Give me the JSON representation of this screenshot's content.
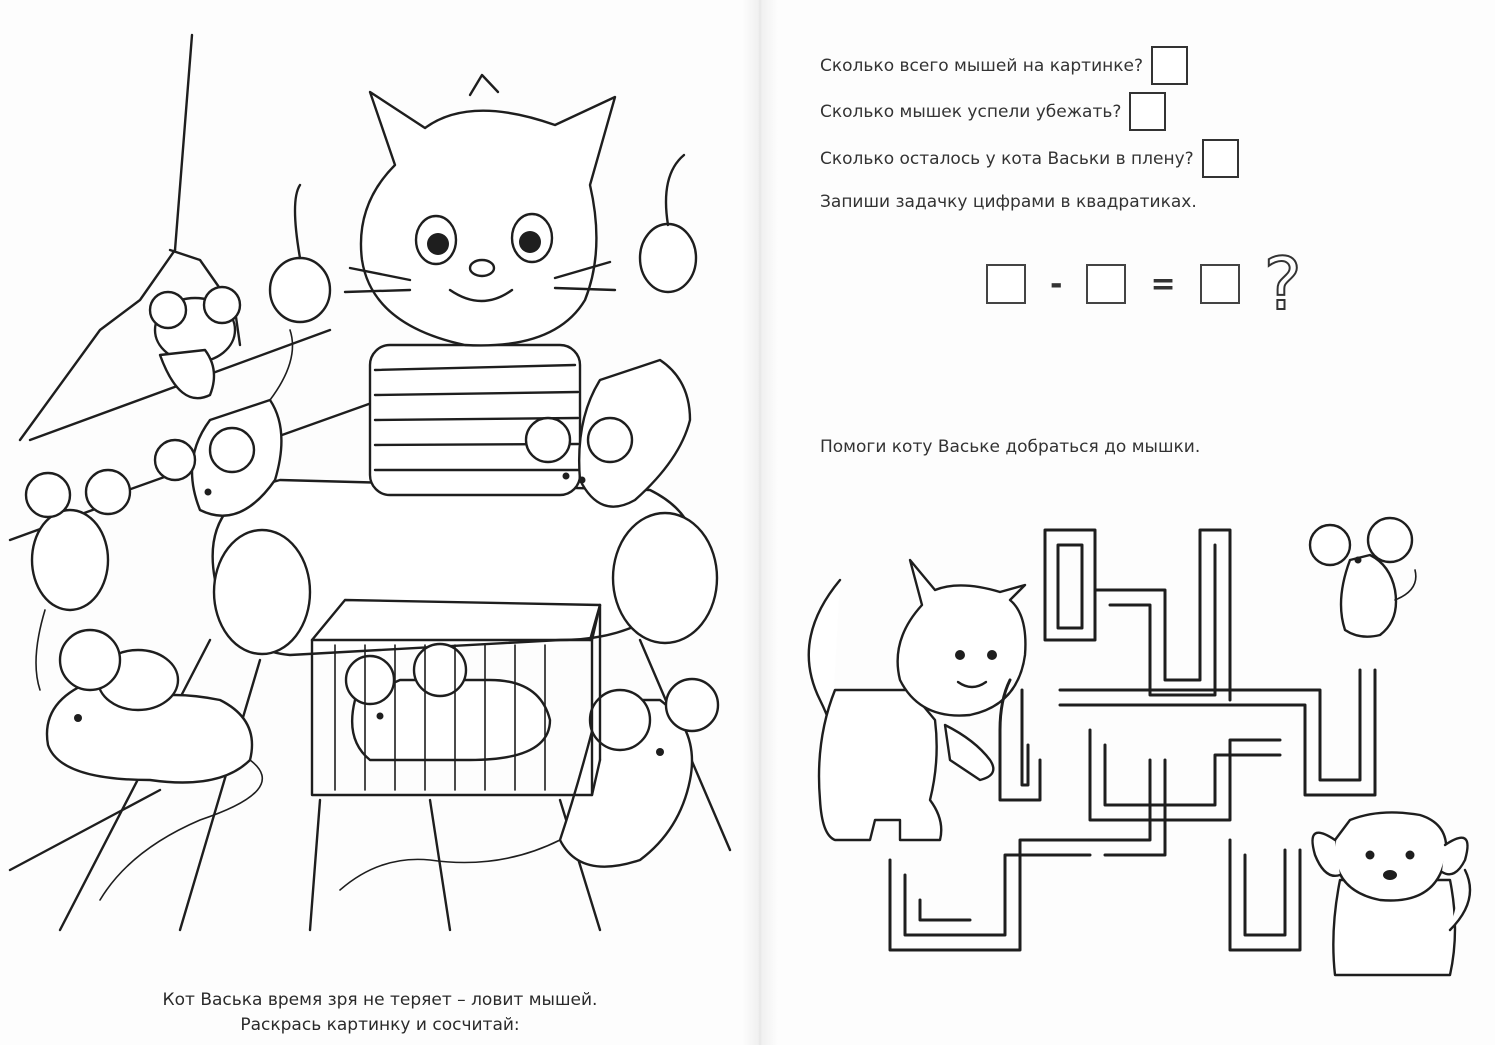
{
  "left_page": {
    "caption_line1": "Кот Васька время зря не теряет – ловит мышей.",
    "caption_line2": "Раскрась картинку и сосчитай:"
  },
  "right_page": {
    "questions": [
      {
        "text": "Сколько всего мышей на картинке?"
      },
      {
        "text": "Сколько мышек успели убежать?"
      },
      {
        "text": "Сколько осталось у кота Васьки в плену?"
      }
    ],
    "instruction": "Запиши задачку цифрами в квадратиках.",
    "equation": {
      "minus": "-",
      "equals": "=",
      "question_mark": "?"
    },
    "maze_prompt": "Помоги коту Ваське добраться до мышки."
  }
}
